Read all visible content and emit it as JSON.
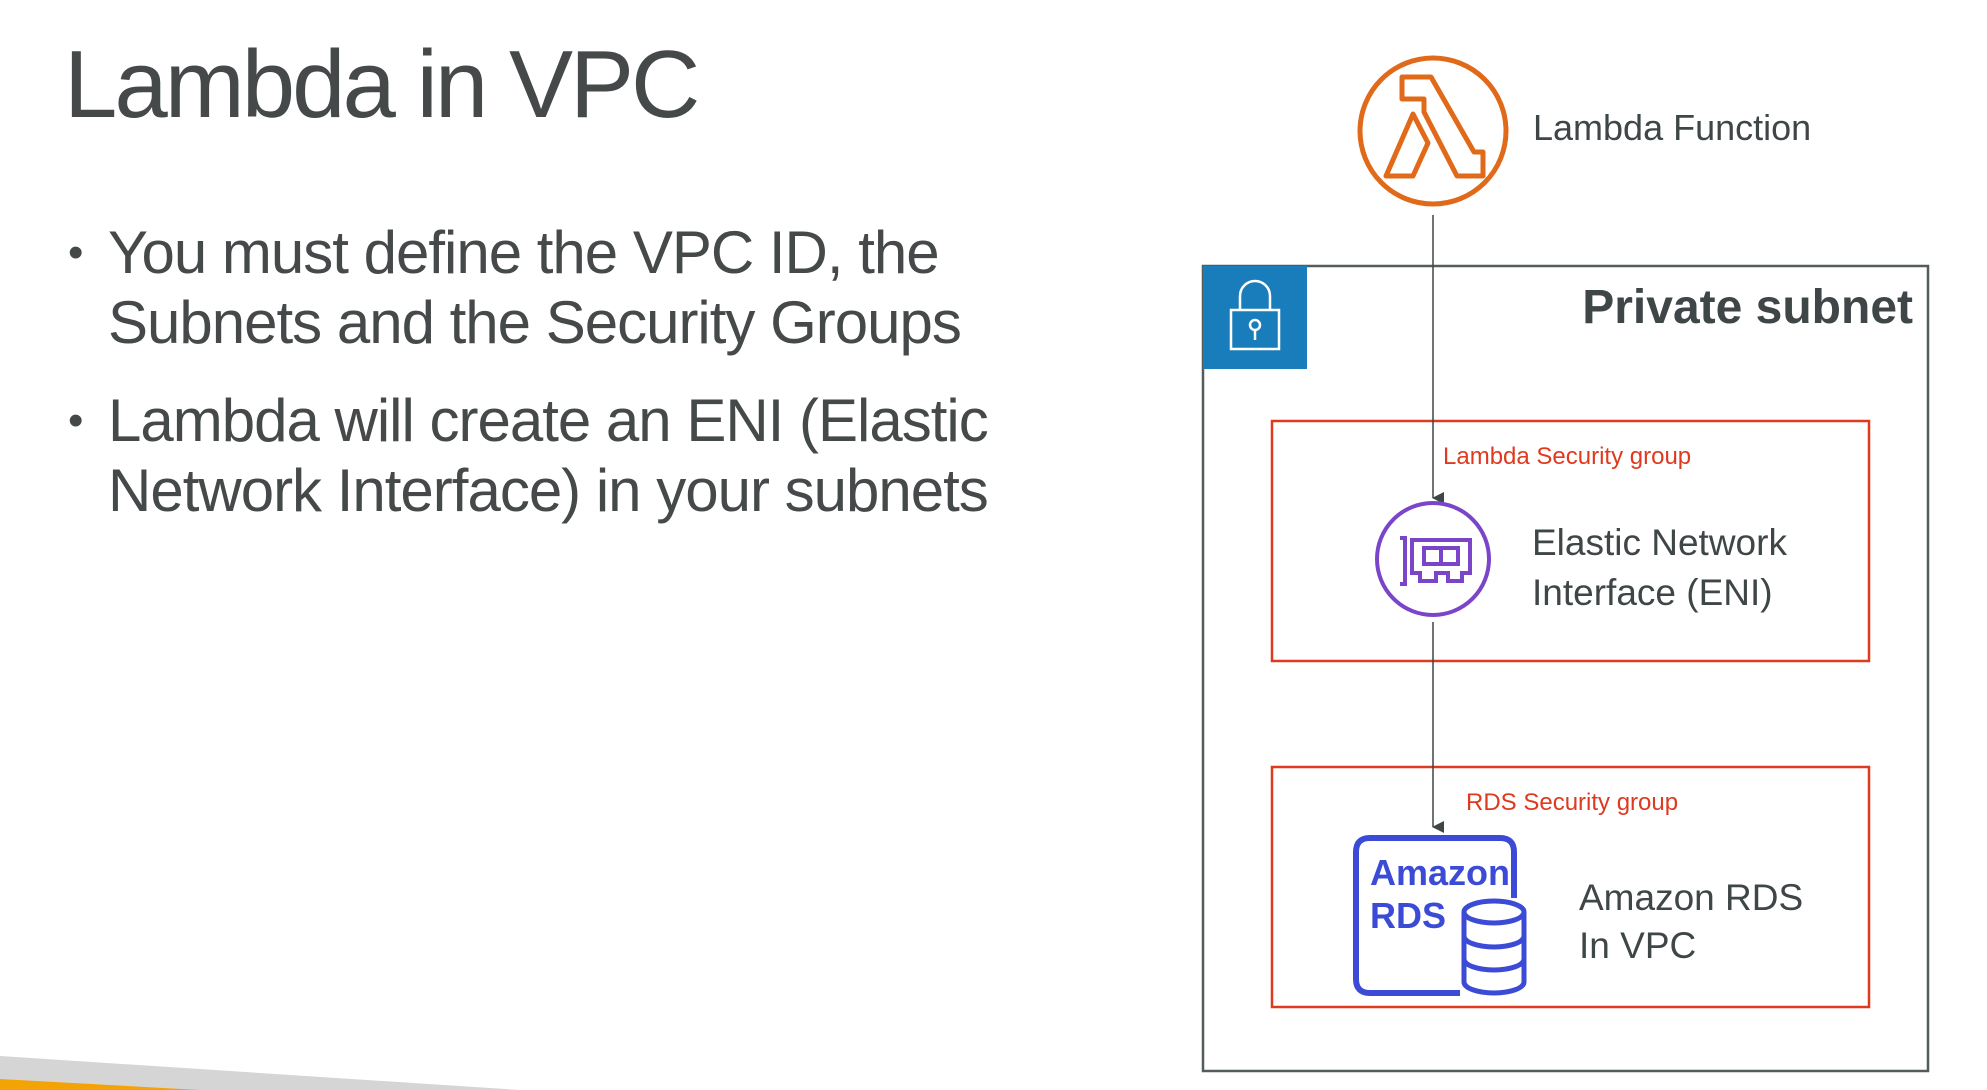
{
  "slide": {
    "title": "Lambda in VPC",
    "bullets": [
      {
        "line1": "You must define the VPC ID, the",
        "line2": "Subnets and the Security Groups"
      },
      {
        "line1": "Lambda will create an ENI (Elastic",
        "line2": "Network Interface) in your subnets"
      }
    ]
  },
  "diagram": {
    "lambda": {
      "label": "Lambda Function",
      "icon": "lambda-icon",
      "color": "#e06a1a"
    },
    "subnet": {
      "label": "Private subnet",
      "icon": "lock-icon",
      "badge_color": "#1a7dbb"
    },
    "lambda_sg": {
      "label": "Lambda Security group",
      "color": "#de3a1f"
    },
    "eni": {
      "label_line1": "Elastic Network",
      "label_line2": "Interface (ENI)",
      "icon": "network-card-icon",
      "color": "#7b45c9"
    },
    "rds_sg": {
      "label": "RDS Security group",
      "color": "#de3a1f"
    },
    "rds": {
      "label_line1": "Amazon RDS",
      "label_line2": "In VPC",
      "icon_text_line1": "Amazon",
      "icon_text_line2": "RDS",
      "icon": "database-icon",
      "color": "#3b4bd6"
    },
    "edges": [
      {
        "from": "Lambda Function",
        "to": "Elastic Network Interface (ENI)"
      },
      {
        "from": "Elastic Network Interface (ENI)",
        "to": "Amazon RDS In VPC"
      }
    ]
  },
  "footer": {
    "accent_color": "#f4a307",
    "stripe_color": "#d5d5d5"
  }
}
